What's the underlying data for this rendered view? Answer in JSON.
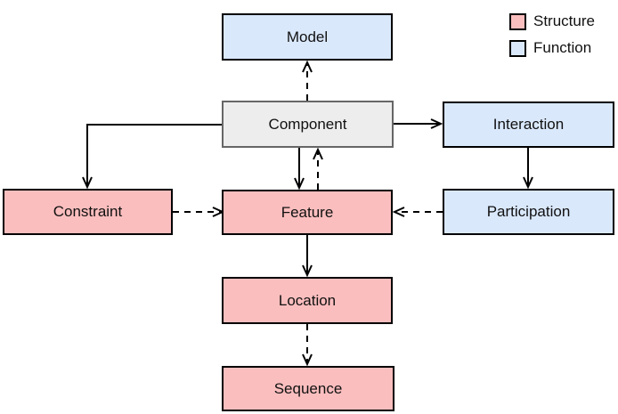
{
  "diagram": {
    "nodes": {
      "model": {
        "label": "Model",
        "type": "function"
      },
      "component": {
        "label": "Component",
        "type": "neutral"
      },
      "interaction": {
        "label": "Interaction",
        "type": "function"
      },
      "constraint": {
        "label": "Constraint",
        "type": "structure"
      },
      "feature": {
        "label": "Feature",
        "type": "structure"
      },
      "participation": {
        "label": "Participation",
        "type": "function"
      },
      "location": {
        "label": "Location",
        "type": "structure"
      },
      "sequence": {
        "label": "Sequence",
        "type": "structure"
      }
    },
    "edges": [
      {
        "from": "component",
        "to": "model",
        "style": "dashed"
      },
      {
        "from": "component",
        "to": "constraint",
        "style": "solid"
      },
      {
        "from": "component",
        "to": "interaction",
        "style": "solid"
      },
      {
        "from": "component",
        "to": "feature",
        "style": "solid"
      },
      {
        "from": "feature",
        "to": "component",
        "style": "dashed"
      },
      {
        "from": "constraint",
        "to": "feature",
        "style": "dashed"
      },
      {
        "from": "participation",
        "to": "feature",
        "style": "dashed"
      },
      {
        "from": "interaction",
        "to": "participation",
        "style": "solid"
      },
      {
        "from": "feature",
        "to": "location",
        "style": "solid"
      },
      {
        "from": "location",
        "to": "sequence",
        "style": "dashed"
      }
    ]
  },
  "legend": {
    "items": [
      {
        "label": "Structure",
        "type": "structure",
        "color": "#fbbebe"
      },
      {
        "label": "Function",
        "type": "function",
        "color": "#dae8fc"
      }
    ]
  },
  "colors": {
    "structure_fill": "#fbbebe",
    "function_fill": "#dae8fc",
    "neutral_fill": "#ededed",
    "border": "#000000",
    "arrow": "#000000"
  }
}
